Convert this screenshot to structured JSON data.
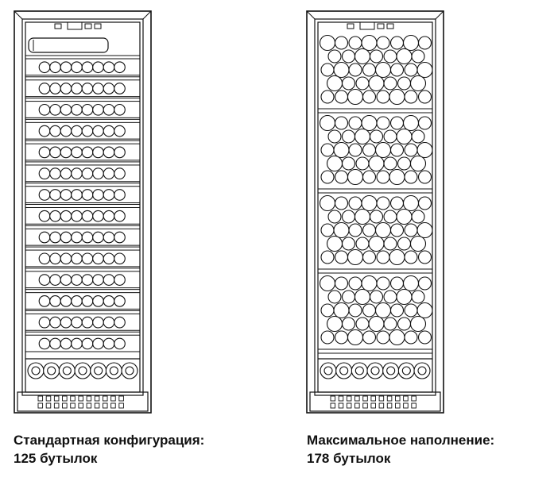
{
  "configurations": [
    {
      "id": "standard",
      "title": "Стандартная конфигурация:",
      "count_label": "125 бутылок",
      "bottles": 125,
      "shelves": 14,
      "layout": "sliding-shelves"
    },
    {
      "id": "maximum",
      "title": "Максимальное наполнение:",
      "count_label": "178 бутылок",
      "bottles": 178,
      "shelves": 4,
      "layout": "stacked-bins"
    }
  ],
  "style": {
    "line_color": "#111111",
    "background": "#ffffff"
  }
}
